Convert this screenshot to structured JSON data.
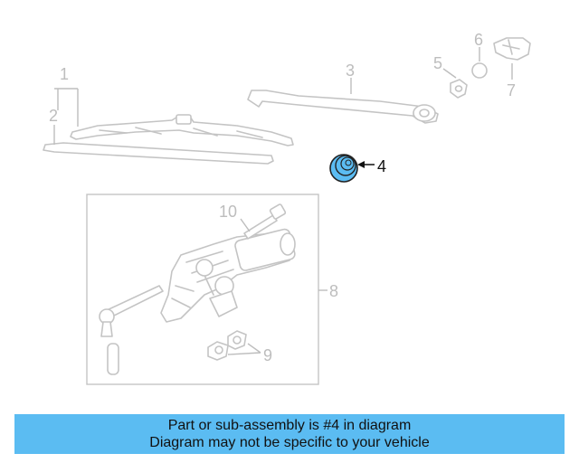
{
  "diagram": {
    "callouts": {
      "c1": "1",
      "c2": "2",
      "c3": "3",
      "c4": "4",
      "c5": "5",
      "c6": "6",
      "c7": "7",
      "c8": "8",
      "c9": "9",
      "c10": "10"
    },
    "highlighted_part": "4",
    "colors": {
      "highlight_fill": "#5bbcf2",
      "part_stroke": "#c4c4c4",
      "banner": "#5bbcf2"
    }
  },
  "banner": {
    "line1": "Part or sub-assembly is #4 in diagram",
    "line2": "Diagram may not be specific to your vehicle"
  }
}
